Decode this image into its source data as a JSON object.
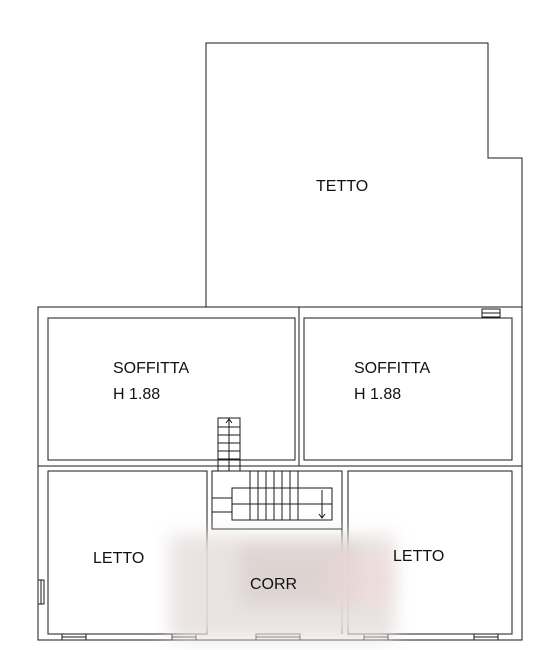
{
  "plan": {
    "rooms": {
      "roof": {
        "label": "TETTO"
      },
      "attic_left": {
        "label": "SOFFITTA",
        "height": "H 1.88"
      },
      "attic_right": {
        "label": "SOFFITTA",
        "height": "H 1.88"
      },
      "bedroom_left": {
        "label": "LETTO"
      },
      "bedroom_right": {
        "label": "LETTO"
      },
      "corridor": {
        "label": "CORR"
      }
    }
  }
}
